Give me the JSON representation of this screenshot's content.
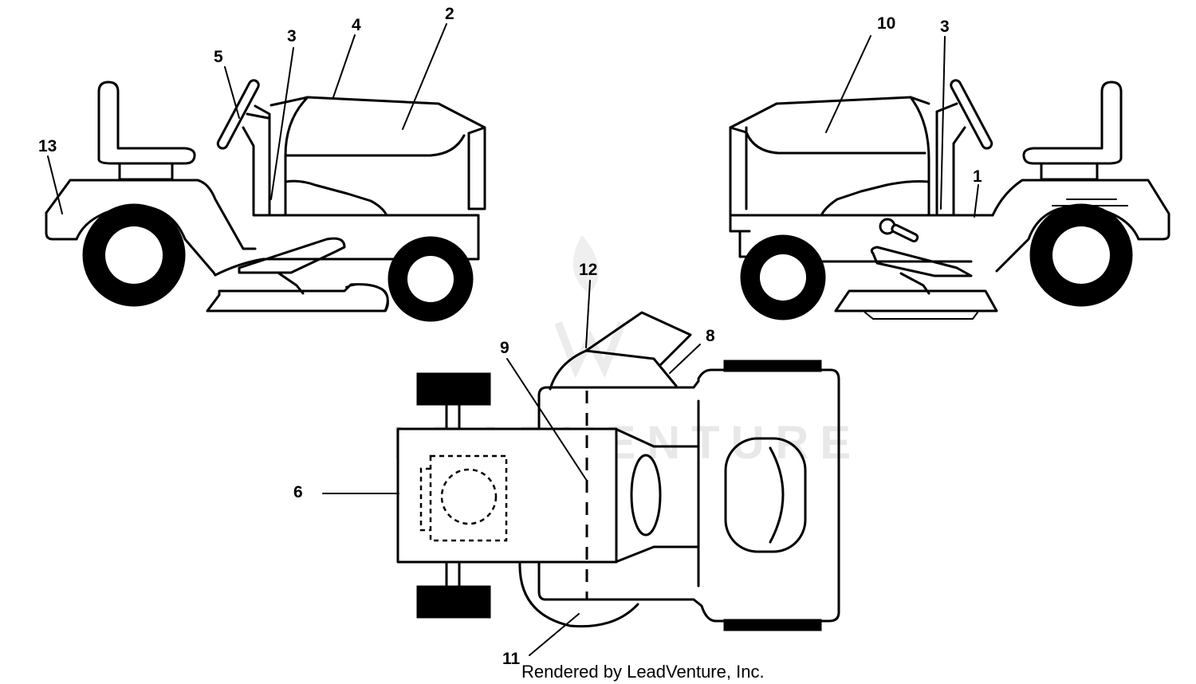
{
  "callouts": [
    {
      "id": "1",
      "label": "1"
    },
    {
      "id": "2",
      "label": "2"
    },
    {
      "id": "3",
      "label": "3"
    },
    {
      "id": "3b",
      "label": "3"
    },
    {
      "id": "4",
      "label": "4"
    },
    {
      "id": "5",
      "label": "5"
    },
    {
      "id": "6",
      "label": "6"
    },
    {
      "id": "8",
      "label": "8"
    },
    {
      "id": "9",
      "label": "9"
    },
    {
      "id": "10",
      "label": "10"
    },
    {
      "id": "11",
      "label": "11"
    },
    {
      "id": "12",
      "label": "12"
    },
    {
      "id": "13",
      "label": "13"
    }
  ],
  "watermark": "LEADVENTURE",
  "credit": "Rendered by LeadVenture, Inc."
}
